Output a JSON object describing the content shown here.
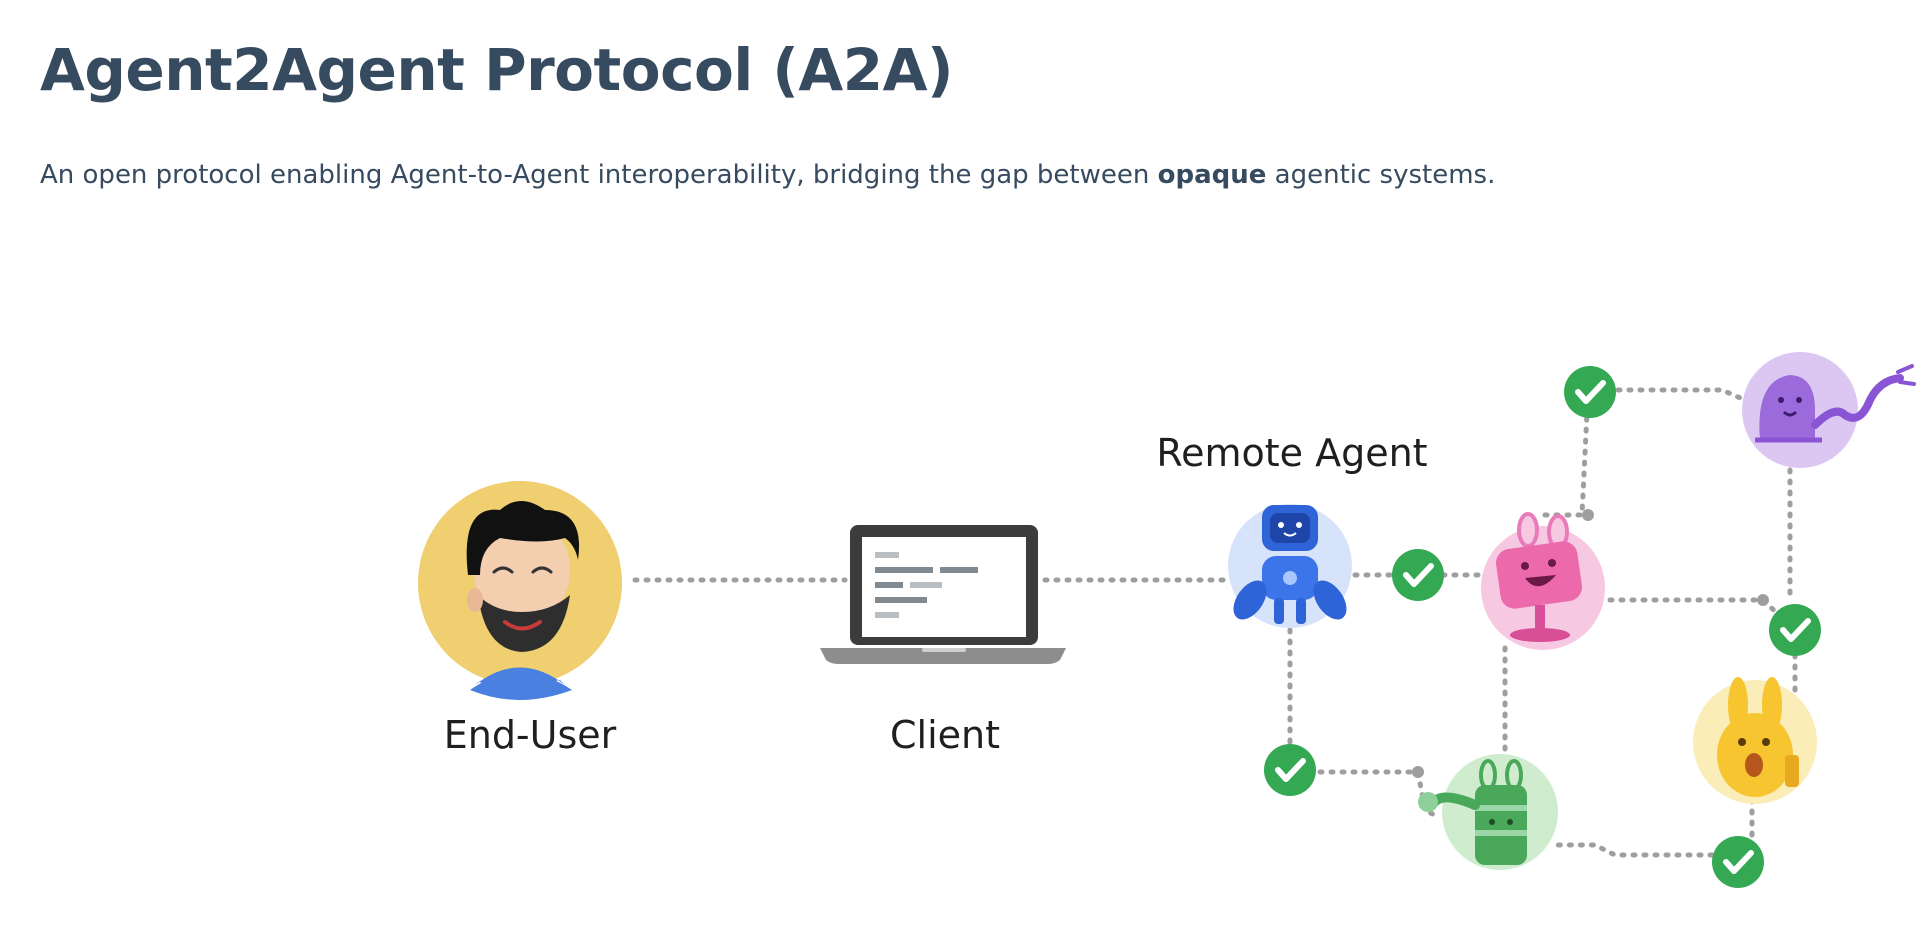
{
  "header": {
    "title": "Agent2Agent Protocol (A2A)",
    "subtitle_before": "An open protocol enabling Agent-to-Agent interoperability, bridging the gap between ",
    "subtitle_bold": "opaque",
    "subtitle_after": " agentic systems."
  },
  "diagram": {
    "labels": {
      "end_user": "End-User",
      "client": "Client",
      "remote_agent": "Remote Agent"
    },
    "colors": {
      "end_user_bg": "#f0cf70",
      "remote_agent_bg": "#d6e3fb",
      "pink_agent_bg": "#f6c8e2",
      "purple_agent_bg": "#dcc7f3",
      "yellow_agent_bg": "#fbedb8",
      "green_agent_bg": "#cfeccf",
      "check_green": "#34a853",
      "connector_gray": "#9e9e9e"
    }
  }
}
